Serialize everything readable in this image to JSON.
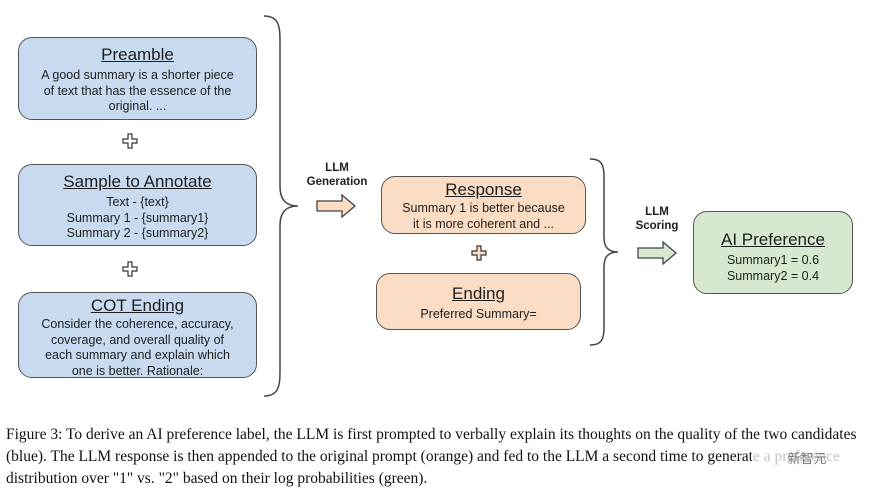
{
  "left": {
    "preamble": {
      "title": "Preamble",
      "body": "A good summary is a shorter piece\nof text that has the essence of the\noriginal. ..."
    },
    "sample": {
      "title": "Sample to Annotate",
      "body": "Text - {text}\nSummary 1 - {summary1}\nSummary 2 - {summary2}"
    },
    "cot": {
      "title": "COT Ending",
      "body": "Consider the coherence, accuracy,\ncoverage, and overall quality of\neach summary and explain which\none is better. Rationale:"
    }
  },
  "steps": {
    "generation": "LLM\nGeneration",
    "scoring": "LLM\nScoring"
  },
  "middle": {
    "response": {
      "title": "Response",
      "body": "Summary 1 is better because\nit is more coherent and ..."
    },
    "ending": {
      "title": "Ending",
      "body": "Preferred Summary="
    }
  },
  "right": {
    "preference": {
      "title": "AI Preference",
      "body": "Summary1 = 0.6\nSummary2 = 0.4"
    }
  },
  "caption": "Figure 3: To derive an AI preference label, the LLM is first prompted to verbally explain its thoughts on the quality of the two candidates (blue). The LLM response is then appended to the original prompt (orange) and fed to the LLM a second time to generate a preference distribution over \"1\" vs. \"2\" based on their log probabilities (green).",
  "watermark": "新智元",
  "colors": {
    "prompt_blue": "#c7daf0",
    "response_orange": "#fbdcc4",
    "preference_green": "#d6e8cf"
  },
  "icons": [
    "plus-icon",
    "right-arrow-icon",
    "curly-brace-icon"
  ]
}
